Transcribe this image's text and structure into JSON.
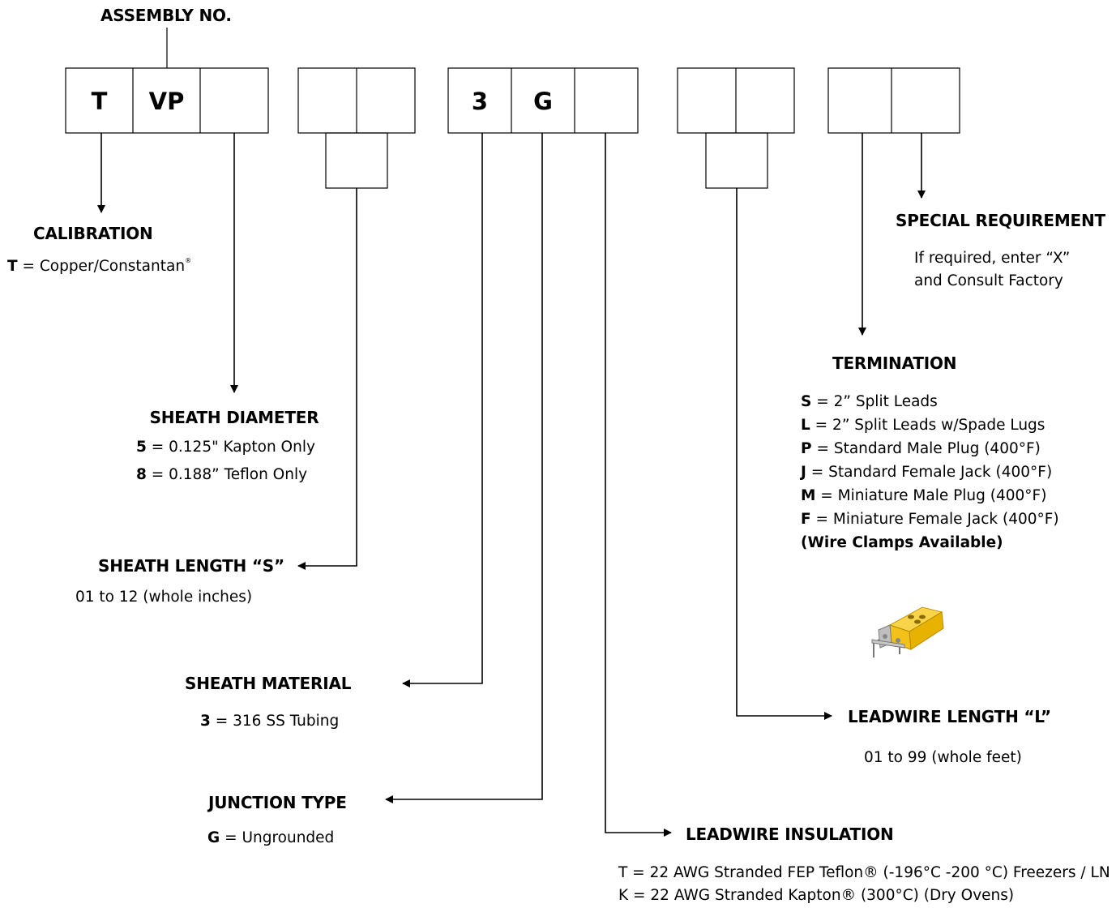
{
  "assembly_label": "ASSEMBLY NO.",
  "boxes": {
    "calibration": "T",
    "type": "VP",
    "diameter": "",
    "length_1": "",
    "length_2": "",
    "material": "3",
    "junction": "G",
    "insulation": "",
    "leadwire_1": "",
    "leadwire_2": "",
    "termination": "",
    "special": ""
  },
  "calibration": {
    "heading": "CALIBRATION",
    "code": "T",
    "text": " = Copper/Constantan",
    "mark": "®"
  },
  "sheath_diameter": {
    "heading": "SHEATH DIAMETER",
    "options": [
      {
        "code": "5",
        "text": " = 0.125\" Kapton Only"
      },
      {
        "code": "8",
        "text": " = 0.188” Teflon Only"
      }
    ]
  },
  "sheath_length": {
    "heading": "SHEATH LENGTH “S”",
    "text": "01 to 12 (whole inches)"
  },
  "sheath_material": {
    "heading": "SHEATH MATERIAL",
    "code": "3",
    "text": " = 316 SS Tubing"
  },
  "junction_type": {
    "heading": "JUNCTION TYPE",
    "code": "G",
    "text": " = Ungrounded"
  },
  "leadwire_insulation": {
    "heading": "LEADWIRE INSULATION",
    "options": [
      "T = 22 AWG Stranded FEP Teflon® (-196°C -200 °C) Freezers / LN",
      "K = 22 AWG Stranded Kapton® (300°C) (Dry Ovens)"
    ]
  },
  "leadwire_length": {
    "heading": "LEADWIRE LENGTH “L”",
    "text": "01 to 99 (whole feet)"
  },
  "special_requirement": {
    "heading": "SPECIAL REQUIREMENT",
    "line1": "If required, enter “X”",
    "line2": "and Consult Factory"
  },
  "termination": {
    "heading": "TERMINATION",
    "options": [
      {
        "code": "S",
        "text": " = 2” Split Leads"
      },
      {
        "code": "L",
        "text": " = 2” Split Leads w/Spade Lugs"
      },
      {
        "code": "P",
        "text": " = Standard Male Plug (400°F)"
      },
      {
        "code": "J",
        "text": " = Standard Female Jack (400°F)"
      },
      {
        "code": "M",
        "text": " = Miniature Male Plug (400°F)"
      },
      {
        "code": "F",
        "text": " = Miniature Female Jack (400°F)"
      }
    ],
    "note": "(Wire Clamps Available)"
  },
  "connector_image": "yellow-connector-plug",
  "colors": {
    "line": "#000000",
    "connector": "#f2c21a"
  }
}
